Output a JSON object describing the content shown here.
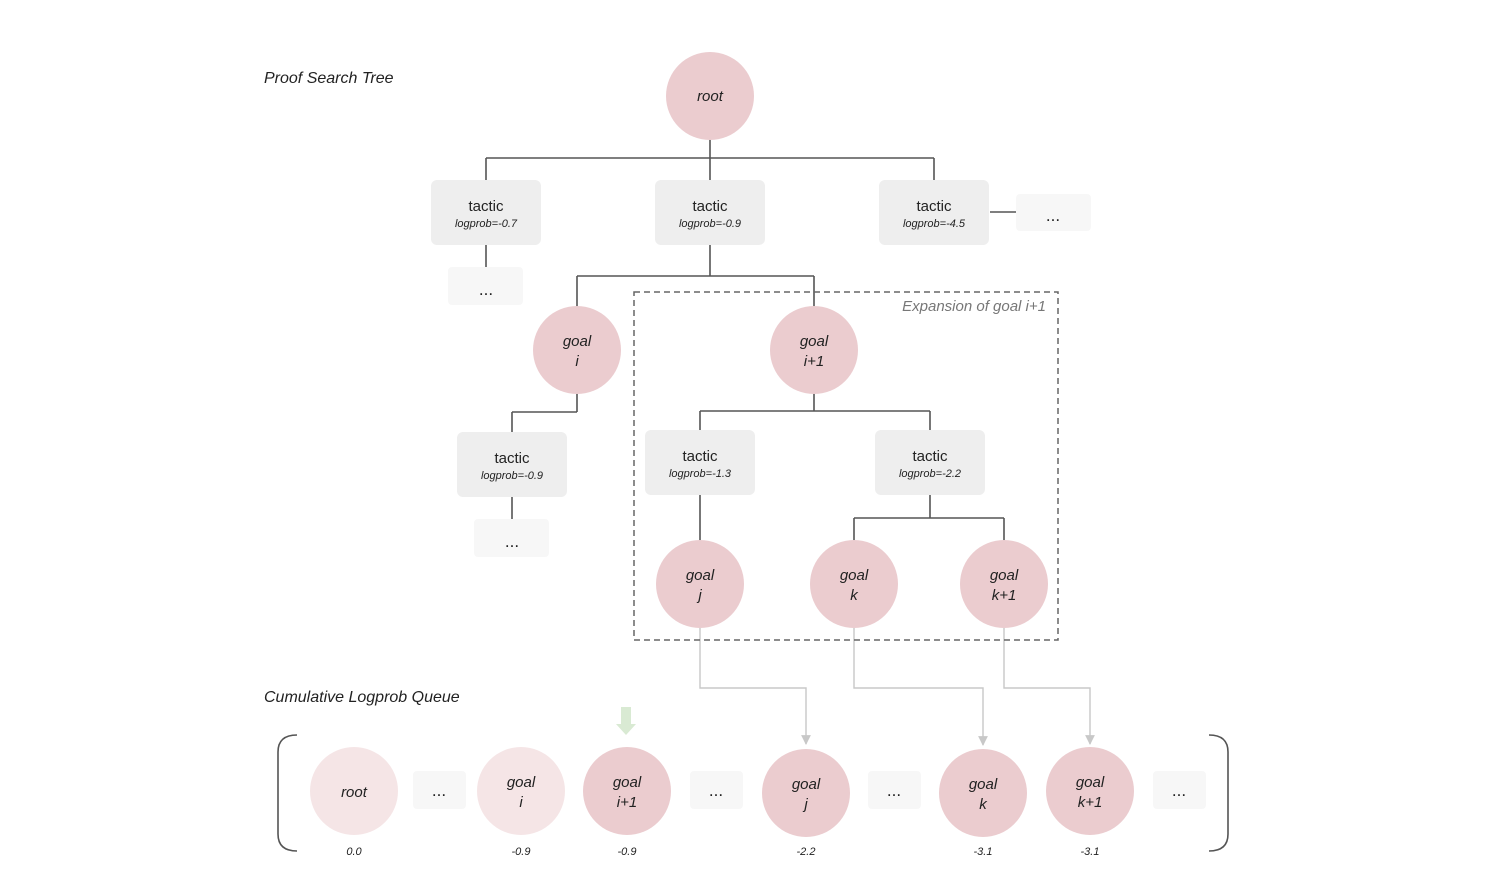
{
  "titles": {
    "tree": "Proof Search Tree",
    "queue": "Cumulative Logprob Queue",
    "expansion": "Expansion of goal i+1"
  },
  "colors": {
    "goal_fill": "#ebcccf",
    "goal_faded_fill": "#f5e5e6",
    "tactic_fill": "#eeeeee",
    "ellipsis_fill": "#f7f7f7",
    "tree_line": "#555555",
    "queue_arrow": "#cccccc",
    "pointer_arrow": "#d9ead3",
    "dashed_box": "#666666"
  },
  "tree": {
    "root": {
      "label": "root"
    },
    "tactic_a": {
      "label": "tactic",
      "logprob": "logprob=-0.7"
    },
    "tactic_b": {
      "label": "tactic",
      "logprob": "logprob=-0.9"
    },
    "tactic_c": {
      "label": "tactic",
      "logprob": "logprob=-4.5"
    },
    "ellipsis": "...",
    "goal_i": {
      "line1": "goal",
      "line2": "i"
    },
    "goal_i1": {
      "line1": "goal",
      "line2": "i+1"
    },
    "tactic_d": {
      "label": "tactic",
      "logprob": "logprob=-0.9"
    },
    "tactic_e": {
      "label": "tactic",
      "logprob": "logprob=-1.3"
    },
    "tactic_f": {
      "label": "tactic",
      "logprob": "logprob=-2.2"
    },
    "goal_j": {
      "line1": "goal",
      "line2": "j"
    },
    "goal_k": {
      "line1": "goal",
      "line2": "k"
    },
    "goal_k1": {
      "line1": "goal",
      "line2": "k+1"
    }
  },
  "queue": {
    "ellipsis": "...",
    "items": [
      {
        "line1": "root",
        "line2": "",
        "score": "0.0"
      },
      {
        "line1": "goal",
        "line2": "i",
        "score": "-0.9"
      },
      {
        "line1": "goal",
        "line2": "i+1",
        "score": "-0.9"
      },
      {
        "line1": "goal",
        "line2": "j",
        "score": "-2.2"
      },
      {
        "line1": "goal",
        "line2": "k",
        "score": "-3.1"
      },
      {
        "line1": "goal",
        "line2": "k+1",
        "score": "-3.1"
      }
    ]
  }
}
